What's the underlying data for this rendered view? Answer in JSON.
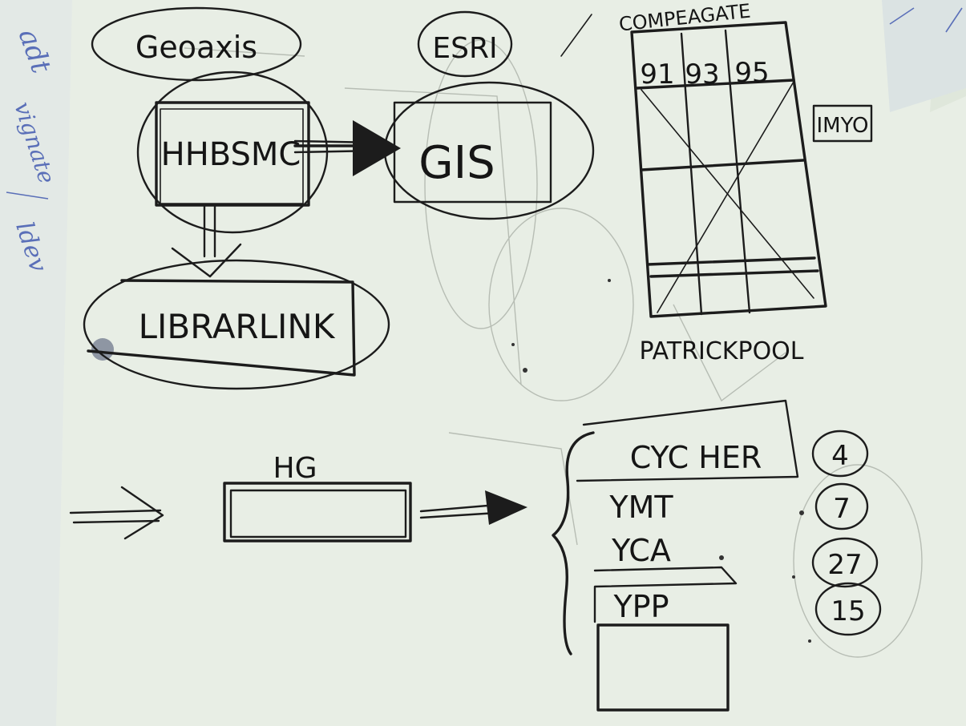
{
  "colors": {
    "paper": "#e9efe6",
    "background": "#dfe6da",
    "ink": "#1c1c1c",
    "blue_ink": "#5a6fb8"
  },
  "nodes": {
    "geoaxis": "Geoaxis",
    "esri": "ESRI",
    "hhbsmc": "HHBSMC",
    "gis": "GIS",
    "librarlink": "LIBRARLINK",
    "hg": "HG"
  },
  "grid_panel": {
    "top_label": "COMPEAGATE",
    "columns": [
      "91",
      "93",
      "95"
    ],
    "bottom_label": "PATRICKPOOL"
  },
  "side_box": "IMYO",
  "list": {
    "items": [
      "CYC HER",
      "YMT",
      "YCA",
      "YPP"
    ],
    "circled_numbers": [
      "4",
      "7",
      "27",
      "15"
    ]
  },
  "margin_notes": [
    "adt",
    "vignate",
    "ldev"
  ]
}
